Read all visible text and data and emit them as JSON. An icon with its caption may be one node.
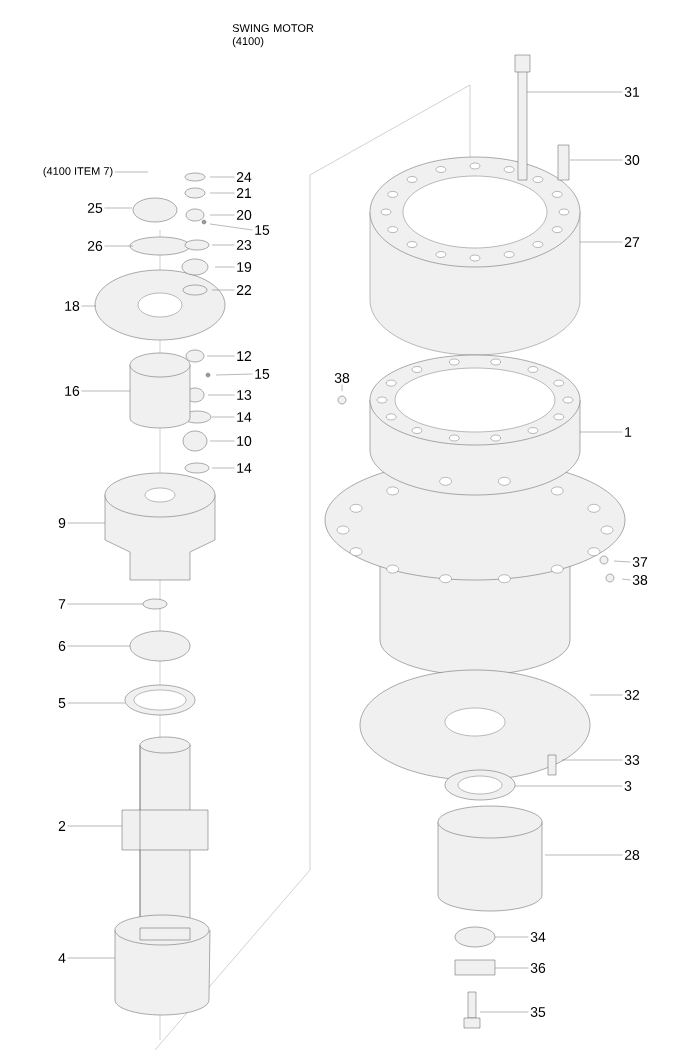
{
  "diagram": {
    "title": "SWING MOTOR (4100)",
    "nodes": [
      {
        "text": [
          "(4100 ITEM 7)"
        ]
      },
      {
        "text": [
          "24"
        ]
      },
      {
        "text": [
          "21"
        ]
      },
      {
        "text": [
          "25"
        ]
      },
      {
        "text": [
          "20"
        ]
      },
      {
        "text": [
          "15"
        ]
      },
      {
        "text": [
          "26"
        ]
      },
      {
        "text": [
          "23"
        ]
      },
      {
        "text": [
          "19"
        ]
      },
      {
        "text": [
          "22"
        ]
      },
      {
        "text": [
          "18"
        ]
      },
      {
        "text": [
          "12"
        ]
      },
      {
        "text": [
          "15"
        ]
      },
      {
        "text": [
          "16"
        ]
      },
      {
        "text": [
          "13"
        ]
      },
      {
        "text": [
          "14"
        ]
      },
      {
        "text": [
          "10"
        ]
      },
      {
        "text": [
          "14"
        ]
      },
      {
        "text": [
          "9"
        ]
      },
      {
        "text": [
          "7"
        ]
      },
      {
        "text": [
          "6"
        ]
      },
      {
        "text": [
          "5"
        ]
      },
      {
        "text": [
          "2"
        ]
      },
      {
        "text": [
          "4"
        ]
      },
      {
        "text": [
          "31"
        ]
      },
      {
        "text": [
          "30"
        ]
      },
      {
        "text": [
          "27"
        ]
      },
      {
        "text": [
          "38"
        ]
      },
      {
        "text": [
          "1"
        ]
      },
      {
        "text": [
          "37"
        ]
      },
      {
        "text": [
          "38"
        ]
      },
      {
        "text": [
          "32"
        ]
      },
      {
        "text": [
          "33"
        ]
      },
      {
        "text": [
          "3"
        ]
      },
      {
        "text": [
          "28"
        ]
      },
      {
        "text": [
          "34"
        ]
      },
      {
        "text": [
          "36"
        ]
      },
      {
        "text": [
          "35"
        ]
      }
    ],
    "edges": [
      {
        "from": 0,
        "to": null,
        "arrow": "none"
      },
      {
        "from": 1,
        "to": null,
        "arrow": "none"
      },
      {
        "from": 2,
        "to": null,
        "arrow": "none"
      },
      {
        "from": 3,
        "to": null,
        "arrow": "none"
      },
      {
        "from": 4,
        "to": null,
        "arrow": "none"
      },
      {
        "from": 5,
        "to": null,
        "arrow": "none"
      },
      {
        "from": 6,
        "to": null,
        "arrow": "none"
      },
      {
        "from": 7,
        "to": null,
        "arrow": "none"
      },
      {
        "from": 8,
        "to": null,
        "arrow": "none"
      },
      {
        "from": 9,
        "to": null,
        "arrow": "none"
      },
      {
        "from": 10,
        "to": null,
        "arrow": "none"
      },
      {
        "from": 11,
        "to": null,
        "arrow": "none"
      },
      {
        "from": 12,
        "to": null,
        "arrow": "none"
      },
      {
        "from": 13,
        "to": null,
        "arrow": "none"
      },
      {
        "from": 14,
        "to": null,
        "arrow": "none"
      },
      {
        "from": 15,
        "to": null,
        "arrow": "none"
      },
      {
        "from": 16,
        "to": null,
        "arrow": "none"
      },
      {
        "from": 17,
        "to": null,
        "arrow": "none"
      },
      {
        "from": 18,
        "to": null,
        "arrow": "none"
      },
      {
        "from": 19,
        "to": null,
        "arrow": "none"
      },
      {
        "from": 20,
        "to": null,
        "arrow": "none"
      },
      {
        "from": 21,
        "to": null,
        "arrow": "none"
      },
      {
        "from": 22,
        "to": null,
        "arrow": "none"
      },
      {
        "from": 23,
        "to": null,
        "arrow": "none"
      },
      {
        "from": 24,
        "to": null,
        "arrow": "none"
      },
      {
        "from": 25,
        "to": null,
        "arrow": "none"
      },
      {
        "from": 26,
        "to": null,
        "arrow": "none"
      },
      {
        "from": 27,
        "to": null,
        "arrow": "none"
      },
      {
        "from": 28,
        "to": null,
        "arrow": "none"
      },
      {
        "from": 29,
        "to": null,
        "arrow": "none"
      },
      {
        "from": 30,
        "to": null,
        "arrow": "none"
      },
      {
        "from": 31,
        "to": null,
        "arrow": "none"
      },
      {
        "from": 32,
        "to": null,
        "arrow": "none"
      },
      {
        "from": 33,
        "to": null,
        "arrow": "none"
      },
      {
        "from": 34,
        "to": null,
        "arrow": "none"
      },
      {
        "from": 35,
        "to": null,
        "arrow": "none"
      },
      {
        "from": 36,
        "to": null,
        "arrow": "none"
      },
      {
        "from": 37,
        "to": null,
        "arrow": "none"
      }
    ]
  }
}
